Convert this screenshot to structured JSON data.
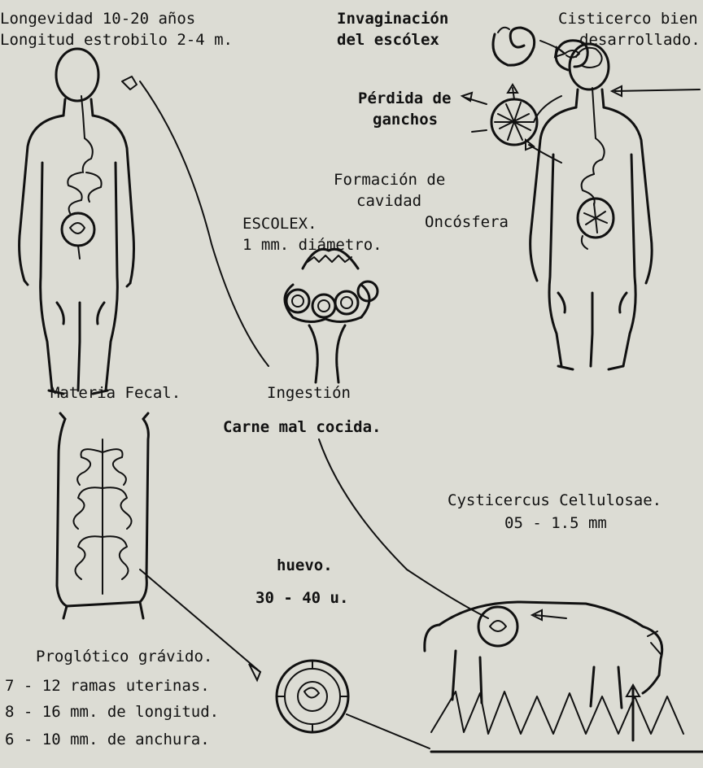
{
  "header": {
    "longevity": "Longevidad 10-20 años",
    "strobila_length": "Longitud estrobilo 2-4 m."
  },
  "cycle": {
    "invagination": [
      "Invaginación",
      "del escólex"
    ],
    "cysticercus_developed": [
      "Cisticerco bien",
      "desarrollado."
    ],
    "hook_loss": [
      "Pérdida de",
      "ganchos"
    ],
    "cavity_formation": [
      "Formación de",
      "cavidad"
    ],
    "oncosphere": "Oncósfera",
    "scolex": [
      "ESCOLEX.",
      "1 mm.  diámetro."
    ],
    "feces": "Materia Fecal.",
    "ingestion": "Ingestión",
    "undercooked_meat": "Carne mal cocida.",
    "cysticercus_species": "Cysticercus Cellulosae.",
    "cysticercus_size": "05 - 1.5 mm",
    "egg": "huevo.",
    "egg_size": "30 - 40 u.",
    "proglottid": {
      "title": "Proglótico grávido.",
      "branches": "7 - 12 ramas uterinas.",
      "length": "8 - 16 mm. de longitud.",
      "width": "6 - 10 mm. de anchura."
    }
  }
}
